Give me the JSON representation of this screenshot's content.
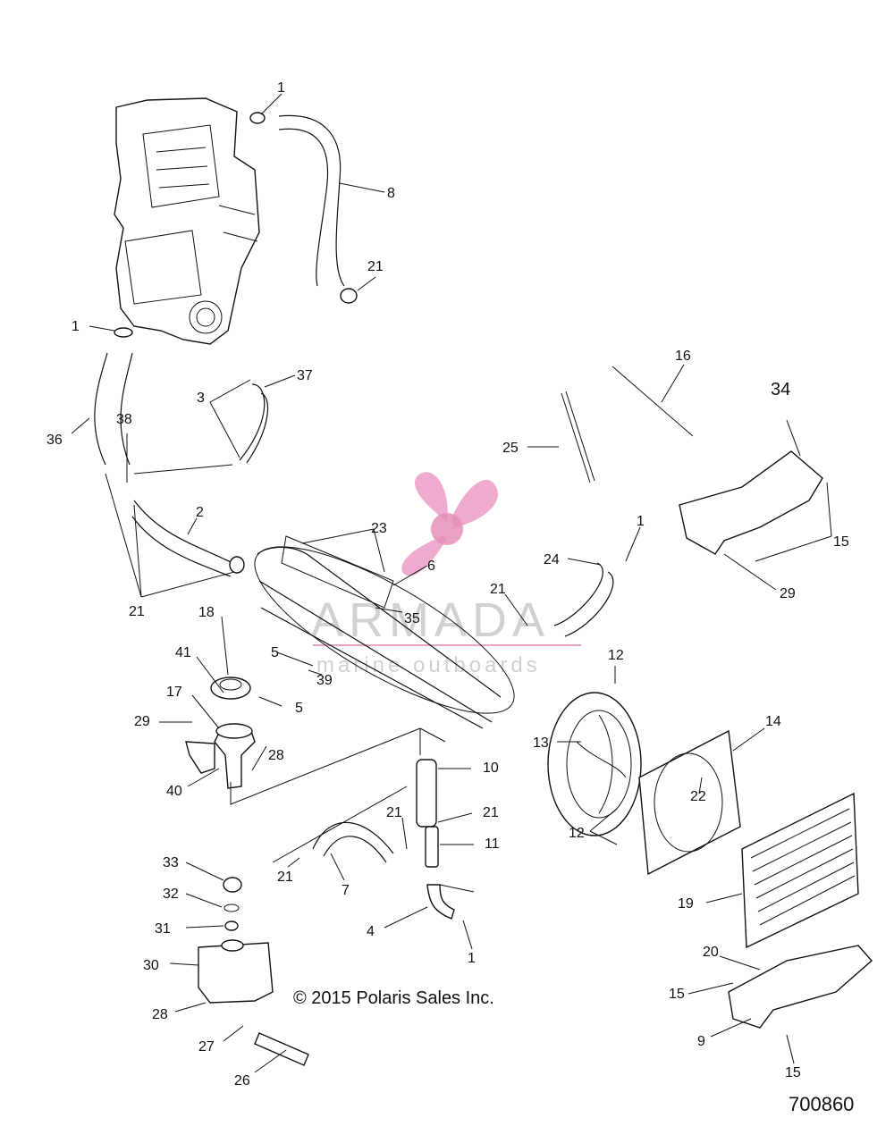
{
  "diagram": {
    "callout_labels": [
      "1",
      "8",
      "21",
      "1",
      "36",
      "38",
      "3",
      "37",
      "2",
      "21",
      "18",
      "41",
      "17",
      "29",
      "28",
      "40",
      "5",
      "39",
      "5",
      "23",
      "6",
      "35",
      "21",
      "10",
      "21",
      "21",
      "11",
      "7",
      "21",
      "4",
      "1",
      "33",
      "32",
      "31",
      "30",
      "28",
      "27",
      "26",
      "16",
      "25",
      "34",
      "15",
      "29",
      "1",
      "24",
      "12",
      "13",
      "14",
      "22",
      "12",
      "19",
      "20",
      "15",
      "9",
      "15"
    ],
    "copyright": "© 2015 Polaris Sales Inc.",
    "drawing_number": "700860"
  },
  "watermark": {
    "name": "ARMADA",
    "tagline": "marine outboards",
    "color": "#e8a6c6"
  }
}
